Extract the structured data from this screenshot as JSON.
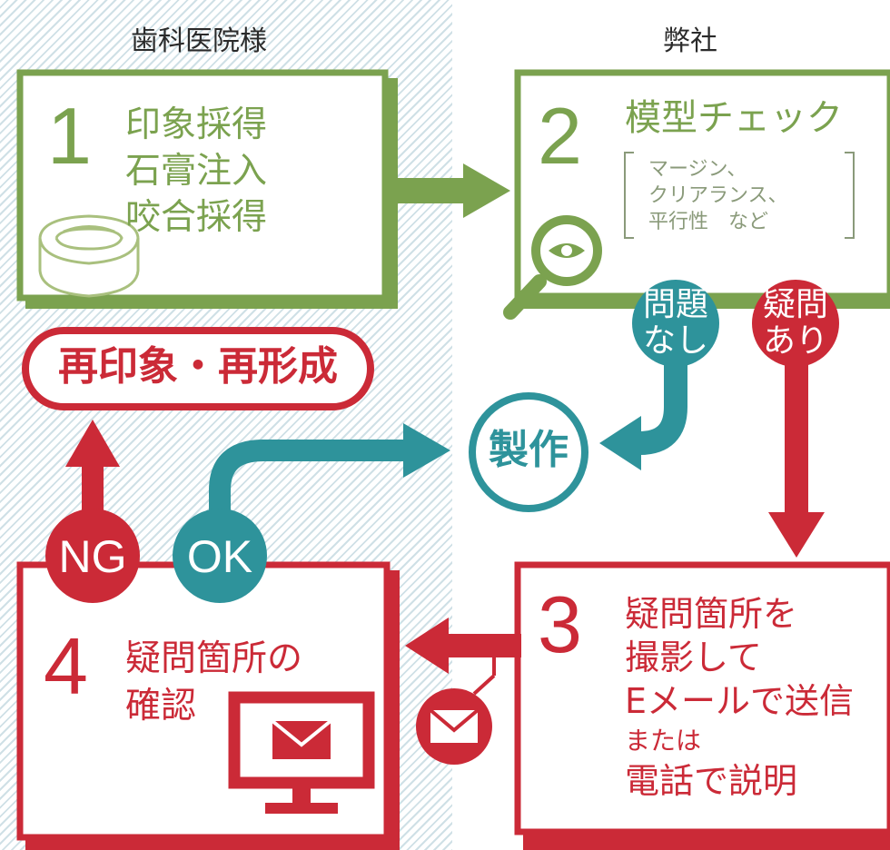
{
  "columns": {
    "left": "歯科医院様",
    "right": "弊社"
  },
  "step1": {
    "number": "1",
    "lines": [
      "印象採得",
      "石膏注入",
      "咬合採得"
    ]
  },
  "step2": {
    "number": "2",
    "title": "模型チェック",
    "items": [
      "マージン、",
      "クリアランス、",
      "平行性　など"
    ]
  },
  "check_results": {
    "ok": [
      "問題",
      "なし"
    ],
    "doubt": [
      "疑問",
      "あり"
    ]
  },
  "production": "製作",
  "remake": "再印象・再形成",
  "step3": {
    "number": "3",
    "lines": [
      "疑問箇所を",
      "撮影して",
      "Eメールで送信",
      "または",
      "電話で説明"
    ]
  },
  "step4": {
    "number": "4",
    "lines": [
      "疑問箇所の",
      "確認"
    ]
  },
  "outcomes": {
    "ng": "NG",
    "ok": "OK"
  },
  "colors": {
    "green": "#7ba24f",
    "red": "#cb2a37",
    "teal": "#2e939b",
    "hatch": "#cfe0e6"
  },
  "icons": [
    "denture-impression-icon",
    "magnifier-eye-icon",
    "envelope-icon",
    "monitor-mail-icon"
  ]
}
